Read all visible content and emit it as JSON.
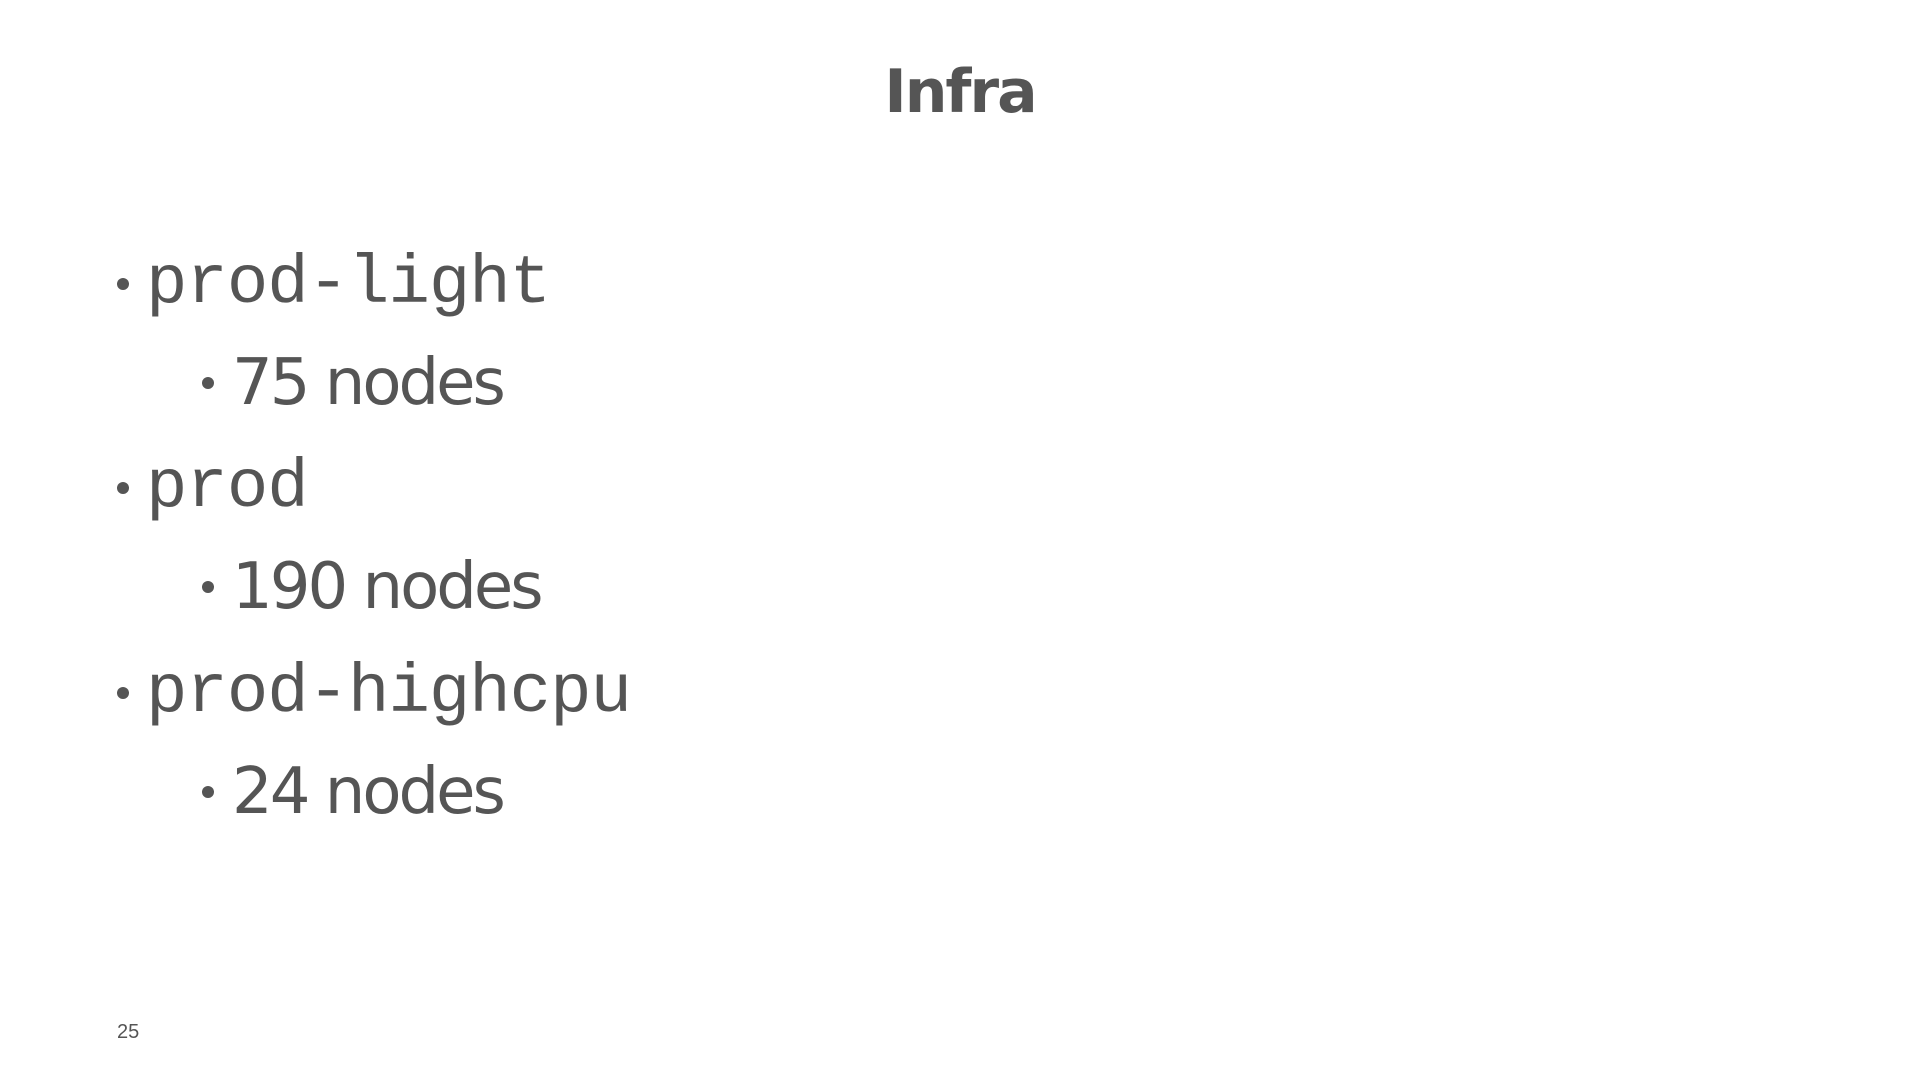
{
  "slide": {
    "title": "Infra",
    "page_number": "25",
    "items": [
      {
        "label": "prod-light",
        "sub": "75 nodes"
      },
      {
        "label": "prod",
        "sub": "190 nodes"
      },
      {
        "label": "prod-highcpu",
        "sub": "24 nodes"
      }
    ]
  },
  "colors": {
    "text": "#555555",
    "background": "#ffffff"
  }
}
